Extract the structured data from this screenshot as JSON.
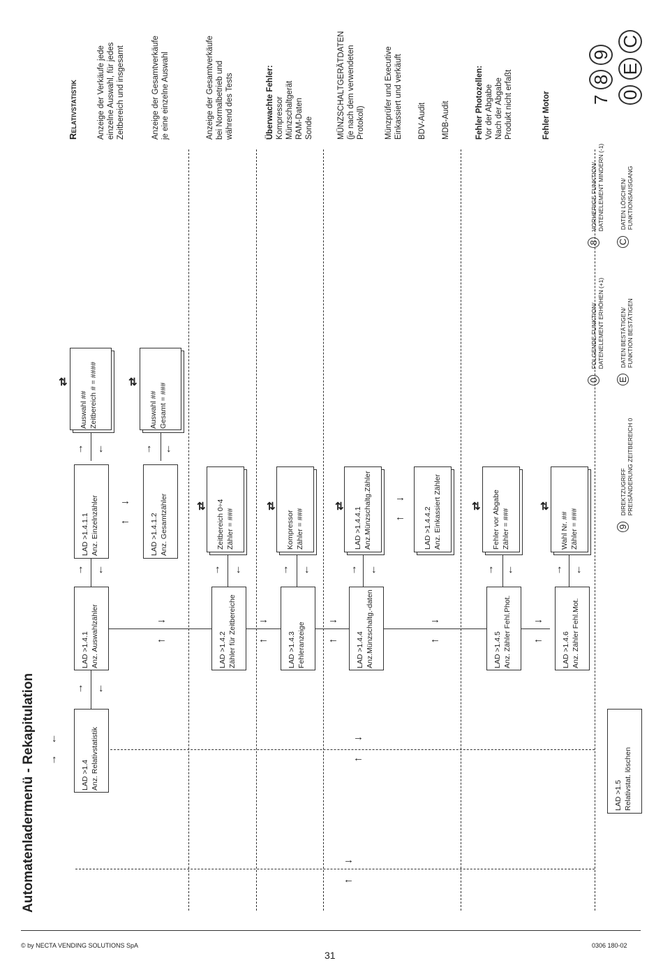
{
  "title": "Automatenladermenü - Rekapitulation",
  "footer": {
    "copyright": "© by NECTA VENDING SOLUTIONS SpA",
    "page": "31",
    "code": "0306 180-02"
  },
  "boxes": {
    "b14": [
      "LAD >1.4",
      "Anz. Relativstatistik"
    ],
    "b141": [
      "LAD >1.4.1",
      "Anz. Auswahlzähler"
    ],
    "b1411": [
      "LAD >1.4.1.1",
      "Anz. Einzelnzähler"
    ],
    "b1412": [
      "LAD >1.4.1.2",
      "Anz. Gesamtzähler"
    ],
    "aw1": [
      "Auswahl ##",
      "Zeitbereich # = ####"
    ],
    "aw2": [
      "Auswahl ##",
      "Gesamt = ###"
    ],
    "b142": [
      "LAD >1.4.2",
      "Zähler für Zeitbereiche"
    ],
    "zb": [
      "Zeitbereich 0÷4",
      "Zähler =     ###"
    ],
    "b143": [
      "LAD >1.4.3",
      "Fehleranzeige"
    ],
    "komp": [
      "Kompressor",
      "Zähler =     ###"
    ],
    "b144": [
      "LAD >1.4.4",
      "Anz.Münzschaltg.-daten"
    ],
    "b1441": [
      "LAD >1.4.4.1",
      "Anz.Münzschaltg.Zähler"
    ],
    "b1442": [
      "LAD >1.4.4.2",
      "Anz. Einkassiert Zähler"
    ],
    "b145": [
      "LAD >1.4.5",
      "Anz. Zähler Fehl.Phot."
    ],
    "fva": [
      "Fehler vor Abgabe",
      "Zähler = ###"
    ],
    "b146": [
      "LAD >1.4.6",
      "Anz. Zähler Fehl.Mot."
    ],
    "wahl": [
      "Wahl Nr. ##",
      "Zähler = ###"
    ],
    "b15": [
      "LAD >1.5",
      "Relativstat. löschen"
    ]
  },
  "descriptions": {
    "relativ_title": "Relativstatistik",
    "relativ_text": [
      "Anzeige der Verkäufe jede",
      "einzelne Auswahl, für jedes",
      "Zeitbereich und insgesamt"
    ],
    "gesamt_text": [
      "Anzeige der Gesamtverkäufe",
      "je eine einzelne Auswahl"
    ],
    "normal_text": [
      "Anzeige der Gesamtverkäufe",
      "bei Normalbetrieb und",
      "während des Tests"
    ],
    "fehler_title": "Überwachte Fehler:",
    "fehler_items": [
      "Kompressor",
      "Münzschaltgerät",
      "RAM-Daten",
      "Sonde"
    ],
    "muenz_title": "MÜNZSCHALTGERÄTDATEN",
    "muenz_text": [
      "(je nach dem verwendeten",
      "Protokoll)"
    ],
    "muenzpruefer": [
      "Münzprüfer und Executive",
      "Einkassiert und verkäuft"
    ],
    "bdv": "BDV-Audit",
    "mdb": "MDB-Audit",
    "photo_title": "Fehler Photozellen:",
    "photo_items": [
      "Vor der Abgabe",
      "Nach der Abgabe",
      "Produkt nicht erfaßt"
    ],
    "motor": "Fehler Motor"
  },
  "legend": {
    "key_9": "9",
    "key_9_text": [
      "DIREKTZUGRIFF",
      "PREISÄNDERUNG ZEITBEREICH 0"
    ],
    "key_0": "0",
    "key_0_text": [
      "FOLGENDE FUNKTION/",
      "DATENELEMENT ERHÖHEN (+1)"
    ],
    "key_e": "E",
    "key_e_text": [
      "DATEN BESTÄTIGEN/",
      "FUNKTION BESTÄTIGEN"
    ],
    "key_8": "8",
    "key_8_text": [
      "VORHERIGE FUNKTION/",
      "DATENELEMENT MINDERN (-1)"
    ],
    "key_c": "C",
    "key_c_text": [
      "DATEN LÖSCHEN/",
      "FUNKTIONSAUSGANG"
    ],
    "keypad_top": [
      "7",
      "8",
      "9"
    ],
    "keypad_bottom": [
      "0",
      "E",
      "C"
    ]
  },
  "icons": {
    "arrow_up": "up-arrow-icon",
    "arrow_down": "down-arrow-icon",
    "arrow_right": "right-arrow-icon",
    "arrow_left": "left-arrow-icon"
  }
}
